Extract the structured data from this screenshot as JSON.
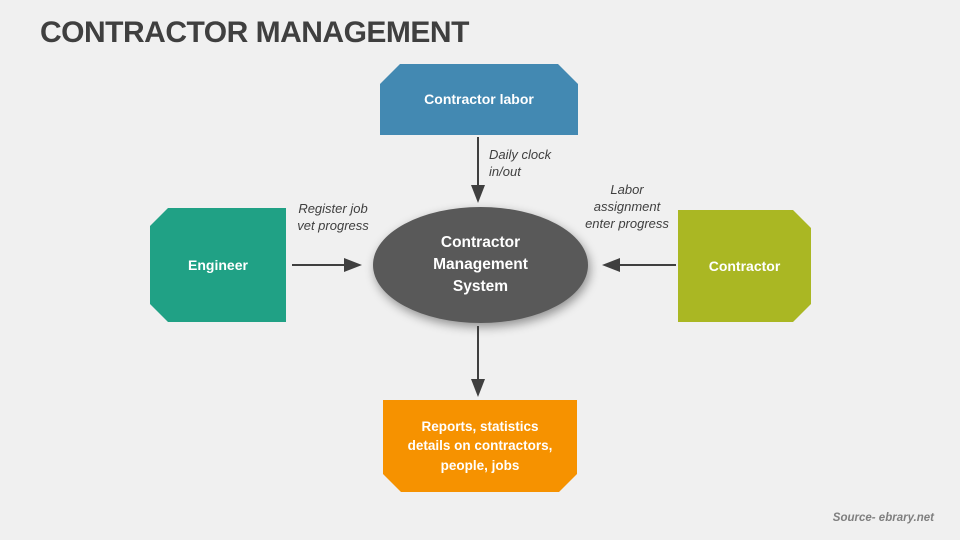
{
  "slide": {
    "title": "CONTRACTOR MANAGEMENT",
    "title_color": "#3f3f3f",
    "background_color": "#f0f0f0",
    "source": "Source- ebrary.net",
    "source_color": "#7f7f7f"
  },
  "diagram": {
    "center": {
      "label": "Contractor\nManagement\nSystem",
      "color": "#595959"
    },
    "nodes": {
      "top": {
        "label": "Contractor labor",
        "color": "#4389b2"
      },
      "left": {
        "label": "Engineer",
        "color": "#20a185"
      },
      "right": {
        "label": "Contractor",
        "color": "#aab723"
      },
      "bottom": {
        "label": "Reports, statistics\ndetails on contractors,\npeople, jobs",
        "color": "#f69200"
      }
    },
    "edges": {
      "top": {
        "label": "Daily clock\nin/out"
      },
      "left": {
        "label": "Register job\nvet progress"
      },
      "right": {
        "label": "Labor\nassignment\nenter progress"
      }
    },
    "arrow_color": "#3f3f3f"
  }
}
